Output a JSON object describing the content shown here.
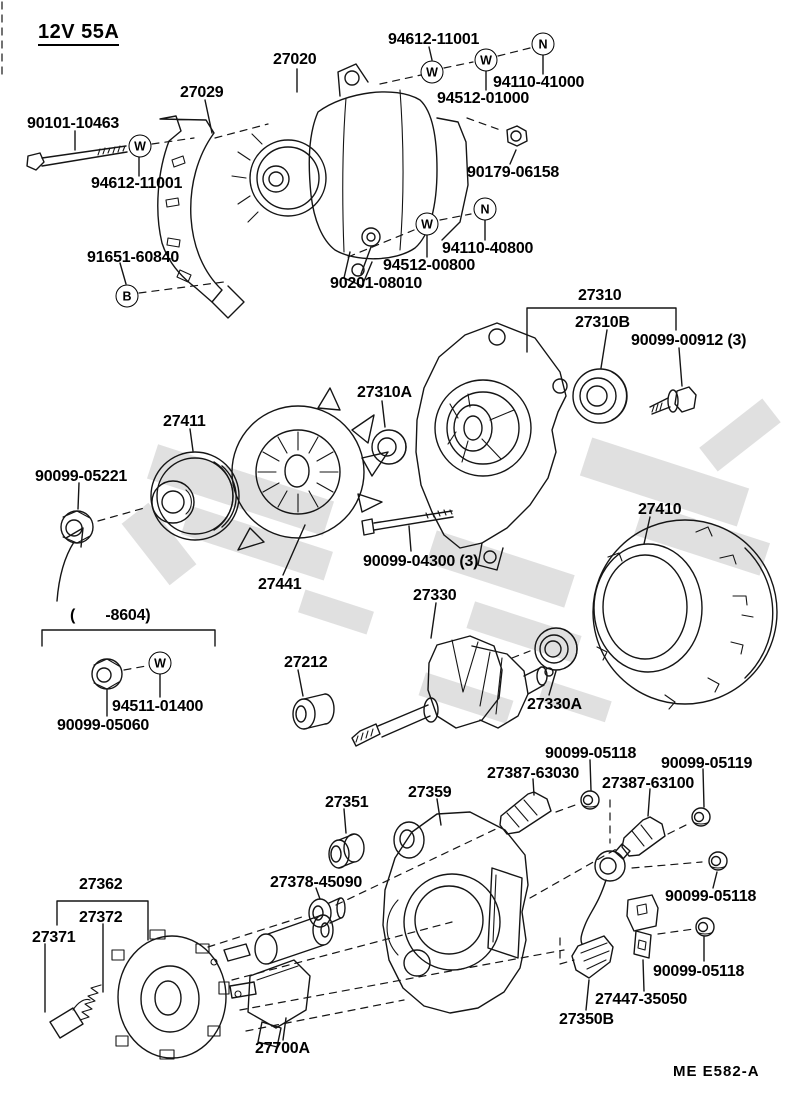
{
  "diagram": {
    "title": "12V 55A",
    "doc_code": "ME  E582-A",
    "markers": [
      {
        "letter": "W"
      },
      {
        "letter": "W"
      },
      {
        "letter": "W"
      },
      {
        "letter": "N"
      },
      {
        "letter": "W"
      },
      {
        "letter": "N"
      },
      {
        "letter": "B"
      },
      {
        "letter": "W"
      }
    ],
    "labels": [
      {
        "id": "27020",
        "text": "27020"
      },
      {
        "id": "27029",
        "text": "27029"
      },
      {
        "id": "94612-11001a",
        "text": "94612-11001"
      },
      {
        "id": "94110-41000",
        "text": "94110-41000"
      },
      {
        "id": "94512-01000",
        "text": "94512-01000"
      },
      {
        "id": "90179-06158",
        "text": "90179-06158"
      },
      {
        "id": "90101-10463",
        "text": "90101-10463"
      },
      {
        "id": "94612-11001b",
        "text": "94612-11001"
      },
      {
        "id": "91651-60840",
        "text": "91651-60840"
      },
      {
        "id": "94110-40800",
        "text": "94110-40800"
      },
      {
        "id": "94512-00800",
        "text": "94512-00800"
      },
      {
        "id": "90201-08010",
        "text": "90201-08010"
      },
      {
        "id": "27310",
        "text": "27310"
      },
      {
        "id": "27310B",
        "text": "27310B"
      },
      {
        "id": "90099-00912",
        "text": "90099-00912 (3)"
      },
      {
        "id": "27310A",
        "text": "27310A"
      },
      {
        "id": "27411",
        "text": "27411"
      },
      {
        "id": "90099-05221",
        "text": "90099-05221"
      },
      {
        "id": "27441",
        "text": "27441"
      },
      {
        "id": "90099-04300",
        "text": "90099-04300 (3)"
      },
      {
        "id": "27410",
        "text": "27410"
      },
      {
        "id": "8604",
        "text": "( -8604)"
      },
      {
        "id": "94511-01400",
        "text": "94511-01400"
      },
      {
        "id": "90099-05060",
        "text": "90099-05060"
      },
      {
        "id": "27212",
        "text": "27212"
      },
      {
        "id": "27330",
        "text": "27330"
      },
      {
        "id": "27330A",
        "text": "27330A"
      },
      {
        "id": "90099-05118a",
        "text": "90099-05118"
      },
      {
        "id": "27387-63030",
        "text": "27387-63030"
      },
      {
        "id": "90099-05119",
        "text": "90099-05119"
      },
      {
        "id": "27387-63100",
        "text": "27387-63100"
      },
      {
        "id": "27359",
        "text": "27359"
      },
      {
        "id": "27351",
        "text": "27351"
      },
      {
        "id": "27378-45090",
        "text": "27378-45090"
      },
      {
        "id": "90099-05118b",
        "text": "90099-05118"
      },
      {
        "id": "90099-05118c",
        "text": "90099-05118"
      },
      {
        "id": "27447-35050",
        "text": "27447-35050"
      },
      {
        "id": "27350B",
        "text": "27350B"
      },
      {
        "id": "27362",
        "text": "27362"
      },
      {
        "id": "27372",
        "text": "27372"
      },
      {
        "id": "27371",
        "text": "27371"
      },
      {
        "id": "27700A",
        "text": "27700A"
      }
    ]
  }
}
